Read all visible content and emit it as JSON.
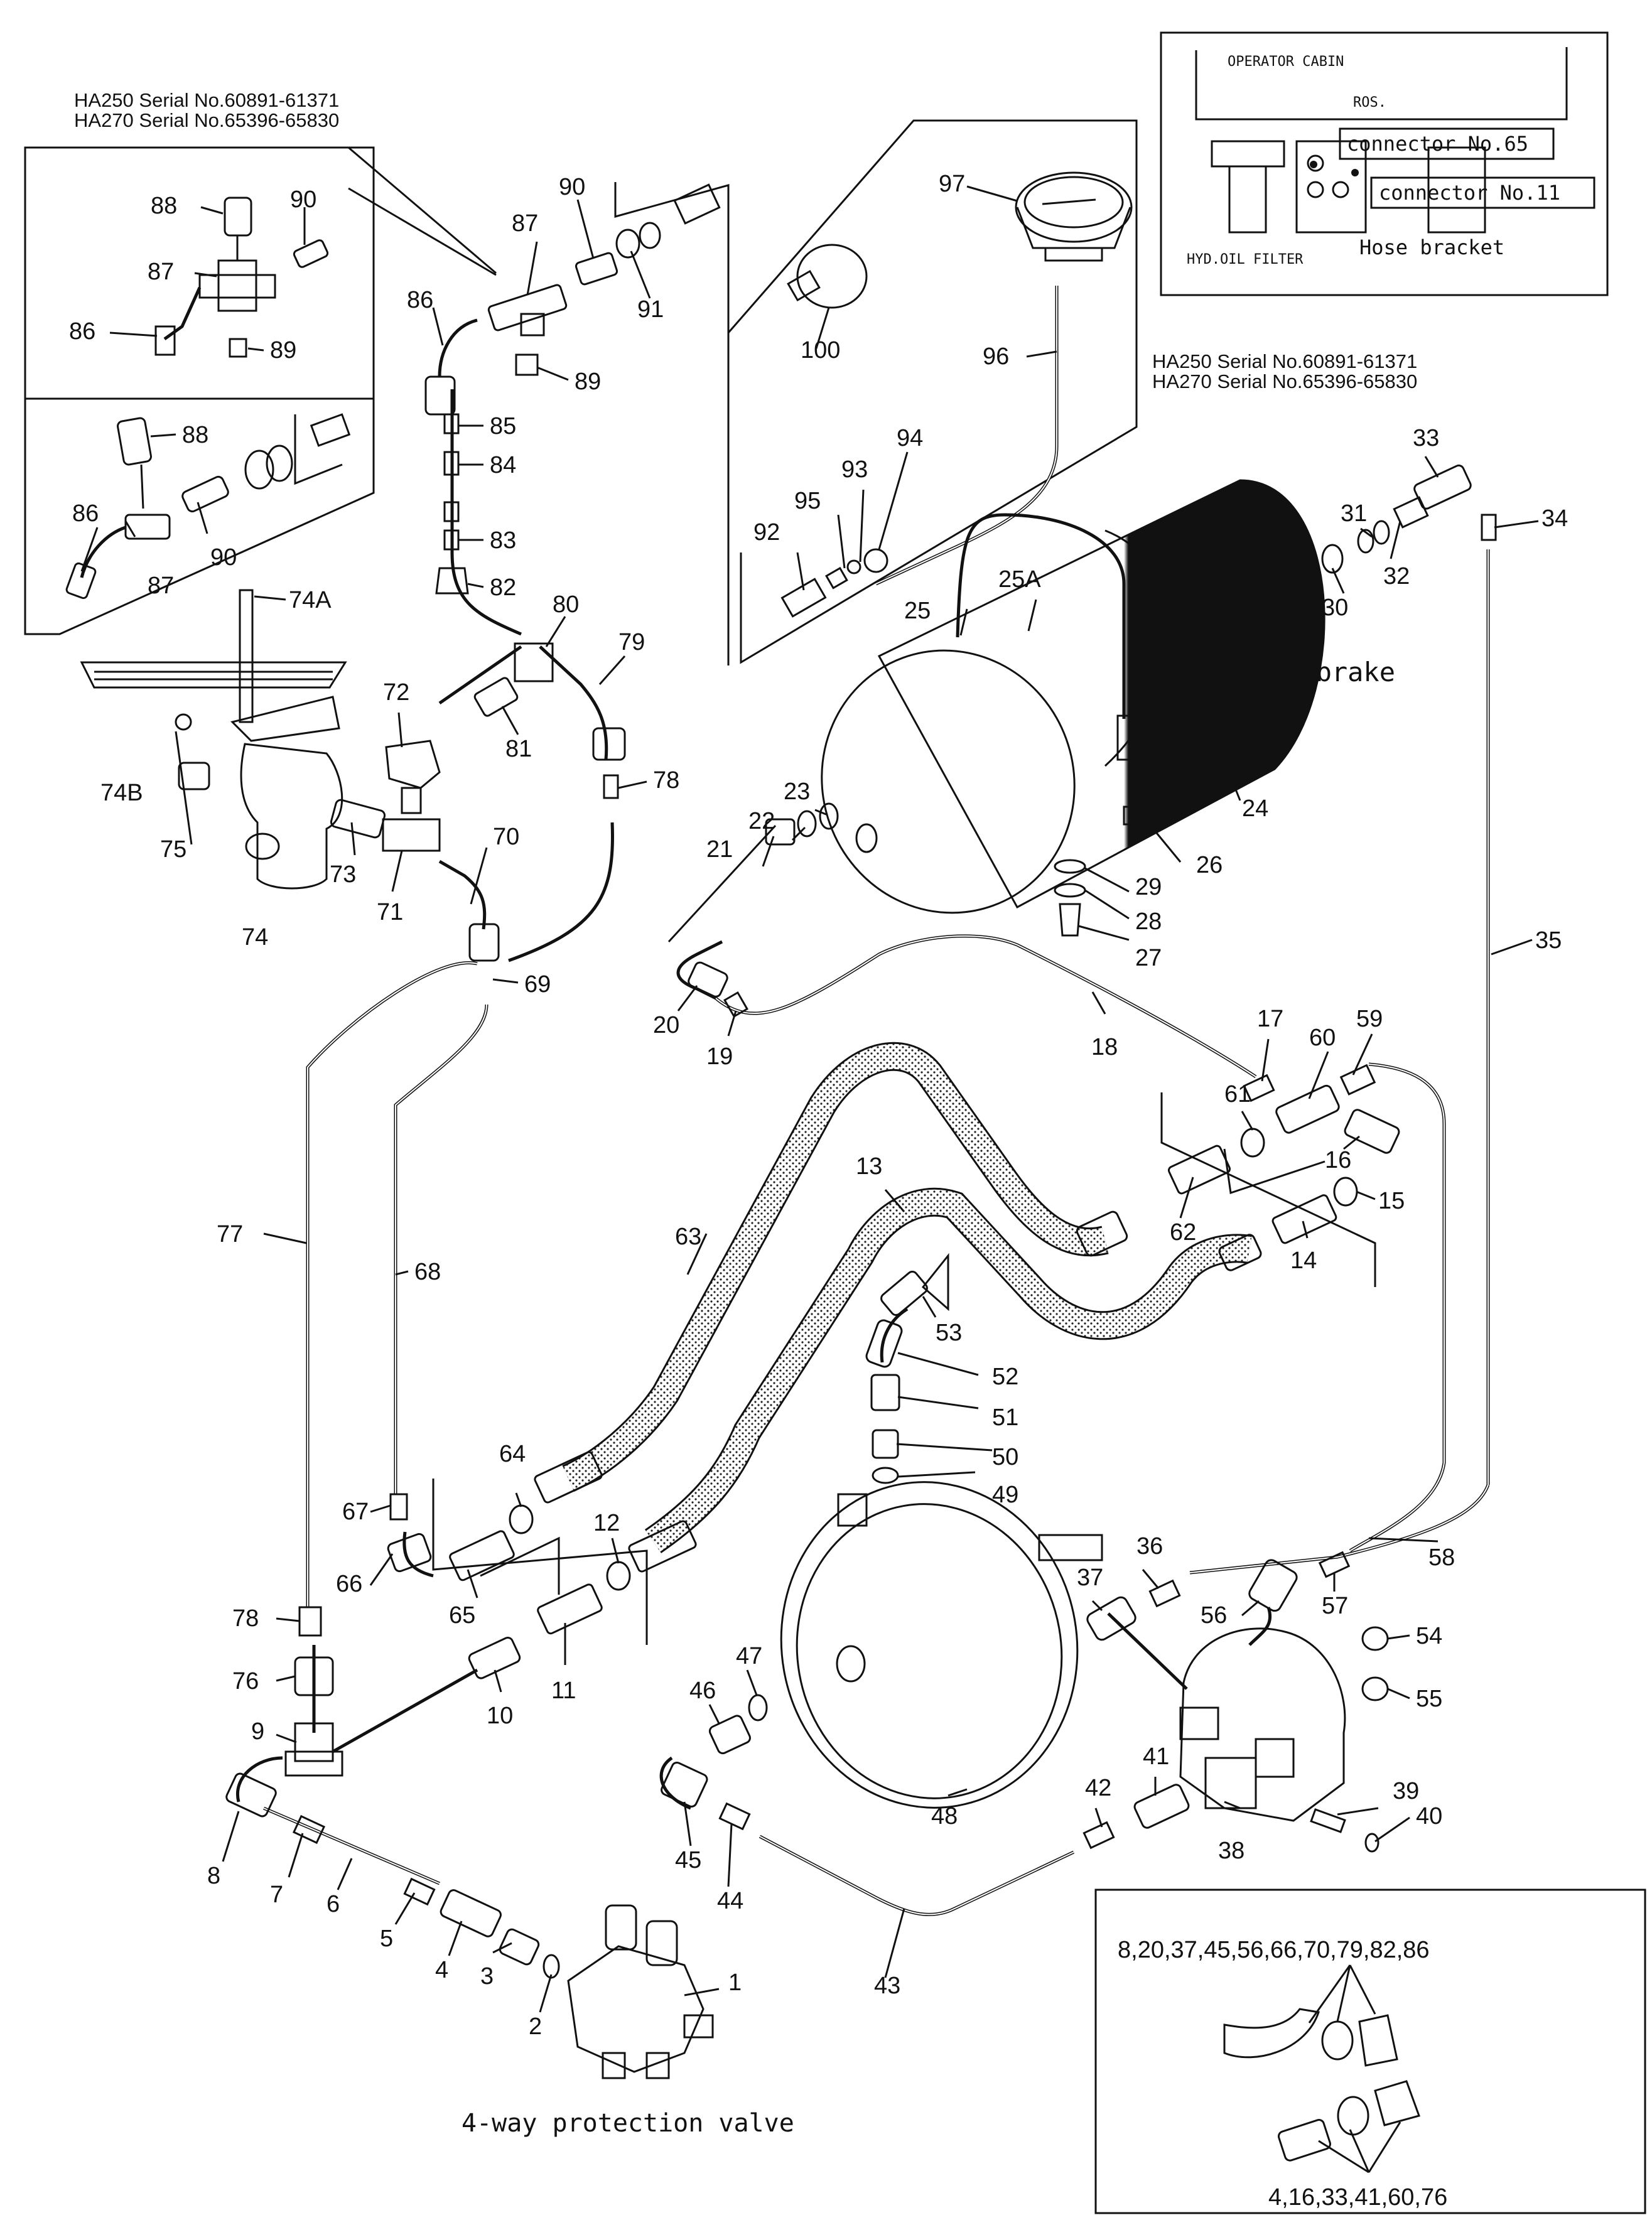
{
  "serial_notes": {
    "top_left_1": "HA250 Serial No.60891-61371",
    "top_left_2": "HA270 Serial No.65396-65830",
    "mid_right_1": "HA250 Serial No.60891-61371",
    "mid_right_2": "HA270 Serial No.65396-65830"
  },
  "inset_top_right": {
    "operator_cabin": "OPERATOR CABIN",
    "ros": "ROS.",
    "connector_65": "connector No.65",
    "connector_11": "connector No.11",
    "hyd_oil_filter": "HYD.OIL FILTER",
    "hose_bracket": "Hose bracket"
  },
  "labels": {
    "rear_brake": "for Rear brake",
    "protection_valve": "4-way protection valve",
    "legend_elbows": "8,20,37,45,56,66,70,79,82,86",
    "legend_straight": "4,16,33,41,60,76"
  },
  "callouts": [
    "1",
    "2",
    "3",
    "4",
    "5",
    "6",
    "7",
    "8",
    "9",
    "10",
    "11",
    "12",
    "13",
    "14",
    "15",
    "16",
    "17",
    "18",
    "19",
    "20",
    "21",
    "22",
    "23",
    "24",
    "25",
    "25A",
    "26",
    "27",
    "28",
    "29",
    "30",
    "31",
    "32",
    "33",
    "34",
    "35",
    "36",
    "37",
    "38",
    "39",
    "40",
    "41",
    "42",
    "43",
    "44",
    "45",
    "46",
    "47",
    "48",
    "49",
    "50",
    "51",
    "52",
    "53",
    "54",
    "55",
    "56",
    "57",
    "58",
    "59",
    "60",
    "61",
    "62",
    "63",
    "64",
    "65",
    "66",
    "67",
    "68",
    "69",
    "70",
    "71",
    "72",
    "73",
    "74",
    "74A",
    "74B",
    "75",
    "76",
    "77",
    "78",
    "78",
    "79",
    "80",
    "81",
    "82",
    "83",
    "84",
    "85",
    "86",
    "86",
    "86",
    "87",
    "87",
    "87",
    "88",
    "88",
    "89",
    "89",
    "90",
    "90",
    "90",
    "91",
    "92",
    "93",
    "94",
    "95",
    "96",
    "97",
    "100"
  ]
}
